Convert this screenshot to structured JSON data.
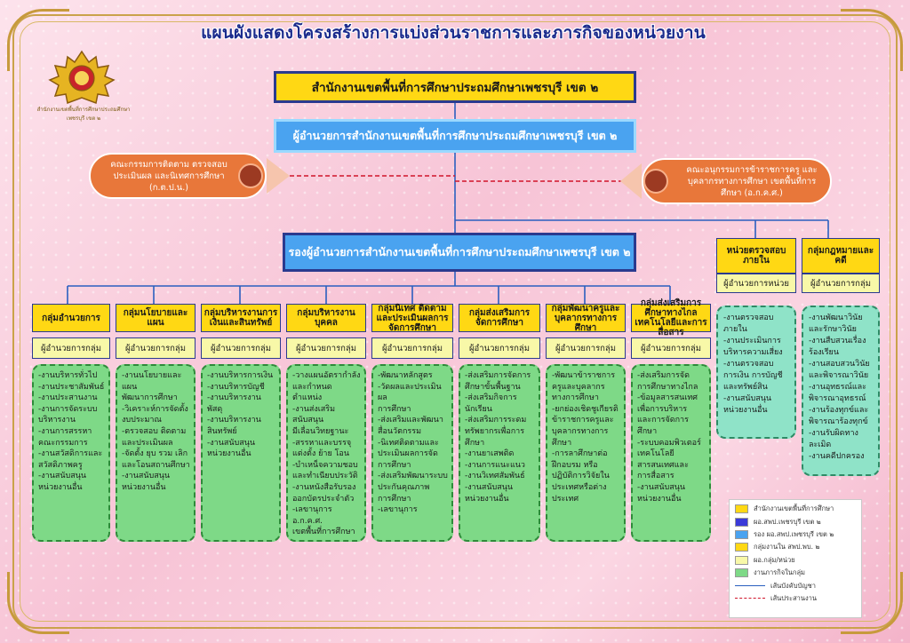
{
  "title": "แผนผังแสดงโครงสร้างการแบ่งส่วนราชการและภารกิจของหน่วยงาน",
  "logo_text": "สำนักงานเขตพื้นที่การศึกษาประถมศึกษาเพชรบุรี เขต ๒",
  "top": {
    "office": "สำนักงานเขตพื้นที่การศึกษาประถมศึกษาเพชรบุรี เขต ๒",
    "director": "ผู้อำนวยการสำนักงานเขตพื้นที่การศึกษาประถมศึกษาเพชรบุรี เขต ๒",
    "deputy": "รองผู้อำนวยการสำนักงานเขตพื้นที่การศึกษาประถมศึกษาเพชรบุรี เขต ๒"
  },
  "committees": {
    "left": "คณะกรรมการติดตาม ตรวจสอบ ประเมินผล และนิเทศการศึกษา (ก.ต.ป.น.)",
    "right": "คณะอนุกรรมการข้าราชการครู และบุคลากรทางการศึกษา เขตพื้นที่การศึกษา (อ.ก.ค.ศ.)"
  },
  "right_units": [
    {
      "name": "หน่วยตรวจสอบภายใน",
      "head": "ผู้อำนวยการหน่วย",
      "tasks": "-งานตรวจสอบ\n  ภายใน\n-งานประเมินการ\n  บริหารความเสี่ยง\n-งานตรวจสอบ\n  การเงิน การบัญชี\n  และทรัพย์สิน\n-งานสนับสนุน\n  หน่วยงานอื่น"
    },
    {
      "name": "กลุ่มกฎหมายและคดี",
      "head": "ผู้อำนวยการกลุ่ม",
      "tasks": "-งานพัฒนาวินัย\n  และรักษาวินัย\n-งานสืบสวนเรื่อง\n  ร้องเรียน\n-งานสอบสวนวินัย\n  และพิจารณาวินัย\n-งานอุทธรณ์และ\n  พิจารณาอุทธรณ์\n-งานร้องทุกข์และ\n  พิจารณาร้องทุกข์\n-งานรับผิดทางละเมิด\n-งานคดีปกครอง"
    }
  ],
  "groups": [
    {
      "name": "กลุ่มอำนวยการ",
      "head": "ผู้อำนวยการกลุ่ม",
      "tasks": "-งานบริหารทั่วไป\n-งานประชาสัมพันธ์\n-งานประสานงาน\n-งานการจัดระบบ\n  บริหารงาน\n-งานการสรรหา\n  คณะกรรมการ\n-งานสวัสดิการและ\n  สวัสดิภาพครู\n-งานสนับสนุน\n  หน่วยงานอื่น"
    },
    {
      "name": "กลุ่มนโยบายและแผน",
      "head": "ผู้อำนวยการกลุ่ม",
      "tasks": "-งานนโยบายและแผน\n  พัฒนาการศึกษา\n-วิเคราะห์การจัดตั้ง\n  งบประมาณ\n-ตรวจสอบ ติดตาม\n  และประเมินผล\n-จัดตั้ง ยุบ รวม เลิก\n  และโอนสถานศึกษา\n-งานสนับสนุน\n  หน่วยงานอื่น"
    },
    {
      "name": "กลุ่มบริหารงานการเงินและสินทรัพย์",
      "head": "ผู้อำนวยการกลุ่ม",
      "tasks": "-งานบริหารการเงิน\n-งานบริหารบัญชี\n-งานบริหารงานพัสดุ\n-งานบริหารงาน\n  สินทรัพย์\n-งานสนับสนุน\n  หน่วยงานอื่น"
    },
    {
      "name": "กลุ่มบริหารงานบุคคล",
      "head": "ผู้อำนวยการกลุ่ม",
      "tasks": "-วางแผนอัตรากำลัง\n  และกำหนดตำแหน่ง\n-งานส่งเสริม สนับสนุน\n  มีเลื่อนวิทยฐานะ\n-สรรหาและบรรจุ\n  แต่งตั้ง ย้าย โอน\n-บำเหน็จความชอบ\n  และทำเนียบประวัติ\n-งานหนังสือรับรอง\n  ออกบัตรประจำตัว\n-เลขานุการ อ.ก.ค.ศ.\n  เขตพื้นที่การศึกษา"
    },
    {
      "name": "กลุ่มนิเทศ ติดตาม และประเมินผลการจัดการศึกษา",
      "head": "ผู้อำนวยการกลุ่ม",
      "tasks": "-พัฒนาหลักสูตร\n-วัดผลและประเมินผล\n  การศึกษา\n-ส่งเสริมและพัฒนา\n  สื่อนวัตกรรม\n-นิเทศติดตามและ\n  ประเมินผลการจัด\n  การศึกษา\n-ส่งเสริมพัฒนาระบบ\n  ประกันคุณภาพ\n  การศึกษา\n-เลขานุการ"
    },
    {
      "name": "กลุ่มส่งเสริมการจัดการศึกษา",
      "head": "ผู้อำนวยการกลุ่ม",
      "tasks": "-ส่งเสริมการจัดการ\n  ศึกษาขั้นพื้นฐาน\n-ส่งเสริมกิจการ\n  นักเรียน\n-ส่งเสริมการระดม\n  ทรัพยากรเพื่อการ\n  ศึกษา\n-งานยาเสพติด\n-งานการแนะแนว\n-งานวิเทศสัมพันธ์\n-งานสนับสนุน\n  หน่วยงานอื่น"
    },
    {
      "name": "กลุ่มพัฒนาครูและบุคลากรทางการศึกษา",
      "head": "ผู้อำนวยการกลุ่ม",
      "tasks": "-พัฒนาข้าราชการ\n  ครูและบุคลากร\n  ทางการศึกษา\n-ยกย่องเชิดชูเกียรติ\n  ข้าราชการครูและ\n  บุคลากรทางการ\n  ศึกษา\n-การลาศึกษาต่อ\n  ฝึกอบรม หรือ\n  ปฏิบัติการวิจัยใน\n  ประเทศหรือต่าง\n  ประเทศ"
    },
    {
      "name": "กลุ่มส่งเสริมการศึกษาทางไกล เทคโนโลยีและการสื่อสาร",
      "head": "ผู้อำนวยการกลุ่ม",
      "tasks": "-ส่งเสริมการจัด\n  การศึกษาทางไกล\n-ข้อมูลสารสนเทศ\n  เพื่อการบริหาร\n  และการจัดการ\n  ศึกษา\n-ระบบคอมพิวเตอร์\n  เทคโนโลยี\n  สารสนเทศและ\n  การสื่อสาร\n-งานสนับสนุน\n  หน่วยงานอื่น"
    }
  ],
  "legend": [
    {
      "label": "สำนักงานเขตพื้นที่การศึกษา",
      "color": "#ffd814"
    },
    {
      "label": "ผอ.สพป.เพชรบุรี เขต ๒",
      "color": "#3a3ad8"
    },
    {
      "label": "รอง ผอ.สพป.เพชรบุรี เขต ๒",
      "color": "#4aa3f0"
    },
    {
      "label": "กลุ่มงานใน สพป.พบ. ๒",
      "color": "#ffd814"
    },
    {
      "label": "ผอ.กลุ่ม/หน่วย",
      "color": "#f8f8a8"
    },
    {
      "label": "งานภารกิจในกลุ่ม",
      "color": "#7ed987"
    },
    {
      "label": "เส้นบังคับบัญชา",
      "line": "solid"
    },
    {
      "label": "เส้นประสานงาน",
      "line": "dashed"
    }
  ]
}
